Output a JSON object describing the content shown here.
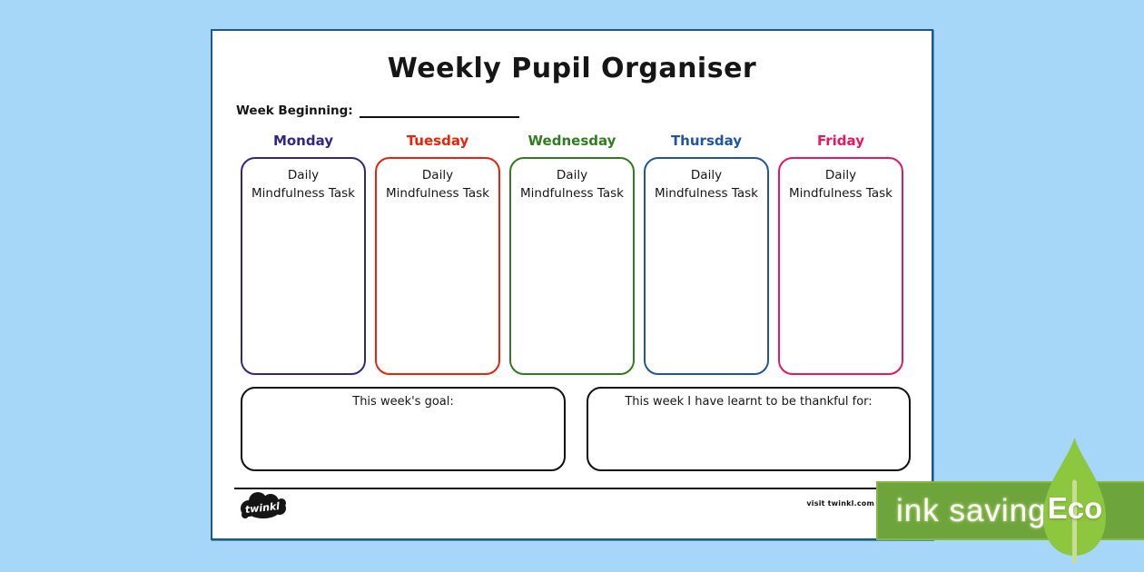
{
  "colors": {
    "background": "#a6d7f8",
    "page_border": "#1b5a8a",
    "text": "#161616"
  },
  "page": {
    "title": "Weekly Pupil Organiser",
    "week_beginning_label": "Week Beginning:"
  },
  "task": {
    "line1": "Daily",
    "line2": "Mindfulness Task"
  },
  "days": [
    {
      "name": "Monday",
      "color": "#312782"
    },
    {
      "name": "Tuesday",
      "color": "#ee2209"
    },
    {
      "name": "Wednesday",
      "color": "#2f7d1e"
    },
    {
      "name": "Thursday",
      "color": "#1f55a3"
    },
    {
      "name": "Friday",
      "color": "#ea1660"
    }
  ],
  "summary_boxes": {
    "goal_label": "This week's goal:",
    "thankful_label": "This week I have learnt to be thankful for:"
  },
  "footer": {
    "logo_text": "twinkl",
    "visit_text": "visit twinkl.com"
  },
  "eco_banner": {
    "ink_saving_label": "ink saving",
    "eco_label": "Eco",
    "banner_color": "#6da43c",
    "banner_border_color": "#85b83e",
    "leaf_color": "#8dc63f",
    "stem_color": "#c6dd95"
  }
}
